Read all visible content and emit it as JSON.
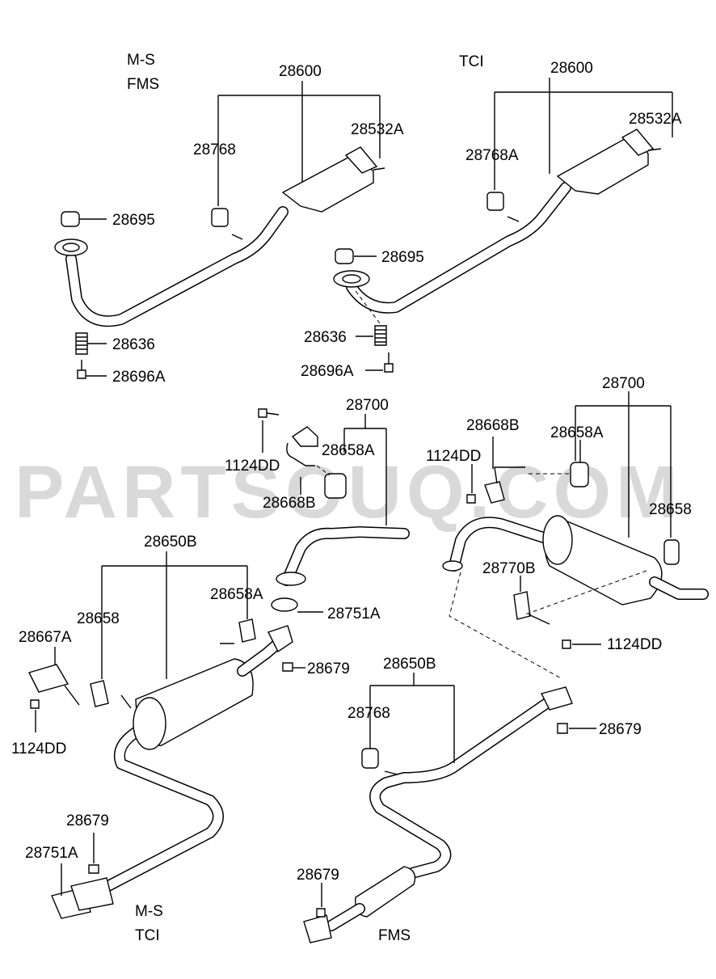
{
  "watermark": "PARTSOUQ.COM",
  "variants": {
    "tl": [
      "M-S",
      "FMS"
    ],
    "tr": "TCI",
    "bl": [
      "M-S",
      "TCI"
    ],
    "br": "FMS"
  },
  "labels": {
    "tl_28600": "28600",
    "tl_28768": "28768",
    "tl_28532A": "28532A",
    "tl_28695": "28695",
    "tl_28636": "28636",
    "tl_28696A": "28696A",
    "tr_28600": "28600",
    "tr_28768A": "28768A",
    "tr_28532A": "28532A",
    "tr_28695": "28695",
    "tr_28636": "28636",
    "tr_28696A": "28696A",
    "mc_28700": "28700",
    "mc_1124DD": "1124DD",
    "mc_28658A": "28658A",
    "mc_28668B": "28668B",
    "mr_28700": "28700",
    "mr_28668B": "28668B",
    "mr_28658A": "28658A",
    "mr_1124DD": "1124DD",
    "mr_28658": "28658",
    "mr_28770B": "28770B",
    "mr_1124DD_b": "1124DD",
    "bl_28650B": "28650B",
    "bl_28658A": "28658A",
    "bl_28751A": "28751A",
    "bl_28658": "28658",
    "bl_28667A": "28667A",
    "bl_28679": "28679",
    "bl_1124DD": "1124DD",
    "bl_28679_b": "28679",
    "bl_28751A_b": "28751A",
    "br_28650B": "28650B",
    "br_28768": "28768",
    "br_28679": "28679",
    "br_28679_b": "28679"
  },
  "colors": {
    "line": "#000000",
    "background": "#ffffff",
    "watermark": "#d9d9d9"
  }
}
